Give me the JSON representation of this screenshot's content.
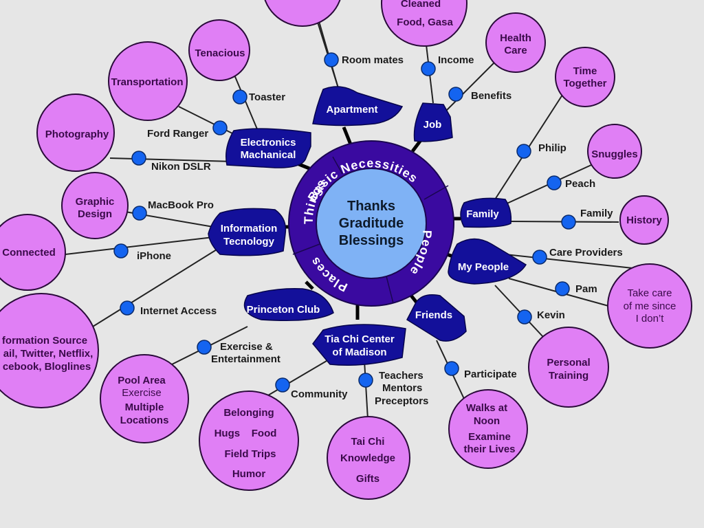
{
  "center": {
    "lines": [
      "Thanks",
      "Graditude",
      "Blessings"
    ],
    "ring_labels": [
      "Basic Necessities",
      "People",
      "Places",
      "Things"
    ]
  },
  "colors": {
    "background": "#e6e6e6",
    "ring": "#3a0aa0",
    "core": "#7fb2f5",
    "hub": "#13109a",
    "bubble": "#e07ff5",
    "dot": "#1464f0"
  },
  "hubs": {
    "apartment": [
      "Apartment"
    ],
    "job": [
      "Job"
    ],
    "electronics": [
      "Electronics",
      "Machanical"
    ],
    "info_tech": [
      "Information",
      "Tecnology"
    ],
    "family": [
      "Family"
    ],
    "my_people": [
      "My People"
    ],
    "princeton": [
      "Princeton Club"
    ],
    "taichi_center": [
      "Tia Chi Center",
      "of Madison"
    ],
    "friends": [
      "Friends"
    ]
  },
  "links": {
    "room_mates": [
      "Room mates"
    ],
    "income": [
      "Income"
    ],
    "benefits": [
      "Benefits"
    ],
    "toaster": [
      "Toaster"
    ],
    "ford": [
      "Ford Ranger"
    ],
    "nikon": [
      "Nikon DSLR"
    ],
    "macbook": [
      "MacBook Pro"
    ],
    "iphone": [
      "iPhone"
    ],
    "internet": [
      "Internet Access"
    ],
    "philip": [
      "Philip"
    ],
    "peach": [
      "Peach"
    ],
    "family": [
      "Family"
    ],
    "care": [
      "Care Providers"
    ],
    "pam": [
      "Pam"
    ],
    "kevin": [
      "Kevin"
    ],
    "exercise": [
      "Exercise &",
      "Entertainment"
    ],
    "community": [
      "Community"
    ],
    "teachers": [
      "Teachers",
      "Mentors",
      "Preceptors"
    ],
    "participate": [
      "Participate"
    ]
  },
  "bubbles": {
    "apartment_top": [],
    "cleaned": [
      "Cleaned",
      "Food, Gasa"
    ],
    "health": [
      "Health",
      "Care"
    ],
    "tenacious": [
      "Tenacious"
    ],
    "transportation": [
      "Transportation"
    ],
    "photography": [
      "Photography"
    ],
    "graphic": [
      "Graphic",
      "Design"
    ],
    "connected": [
      "Connected"
    ],
    "info_source": [
      "formation Source",
      "ail, Twitter, Netflix,",
      "cebook, Bloglines"
    ],
    "time_together": [
      "Time",
      "Together"
    ],
    "snuggles": [
      "Snuggles"
    ],
    "history": [
      "History"
    ],
    "take_care": [
      "Take care",
      "of me since",
      "I don’t"
    ],
    "personal_training": [
      "Personal",
      "Training"
    ],
    "pool": [
      "Pool Area",
      "Exercise",
      "Multiple",
      "Locations"
    ],
    "belonging": [
      "Belonging",
      "Hugs    Food",
      "Field Trips",
      "Humor"
    ],
    "taichi": [
      "Tai Chi",
      "Knowledge",
      "Gifts"
    ],
    "walks": [
      "Walks at",
      "Noon",
      "Examine",
      "their Lives"
    ]
  }
}
